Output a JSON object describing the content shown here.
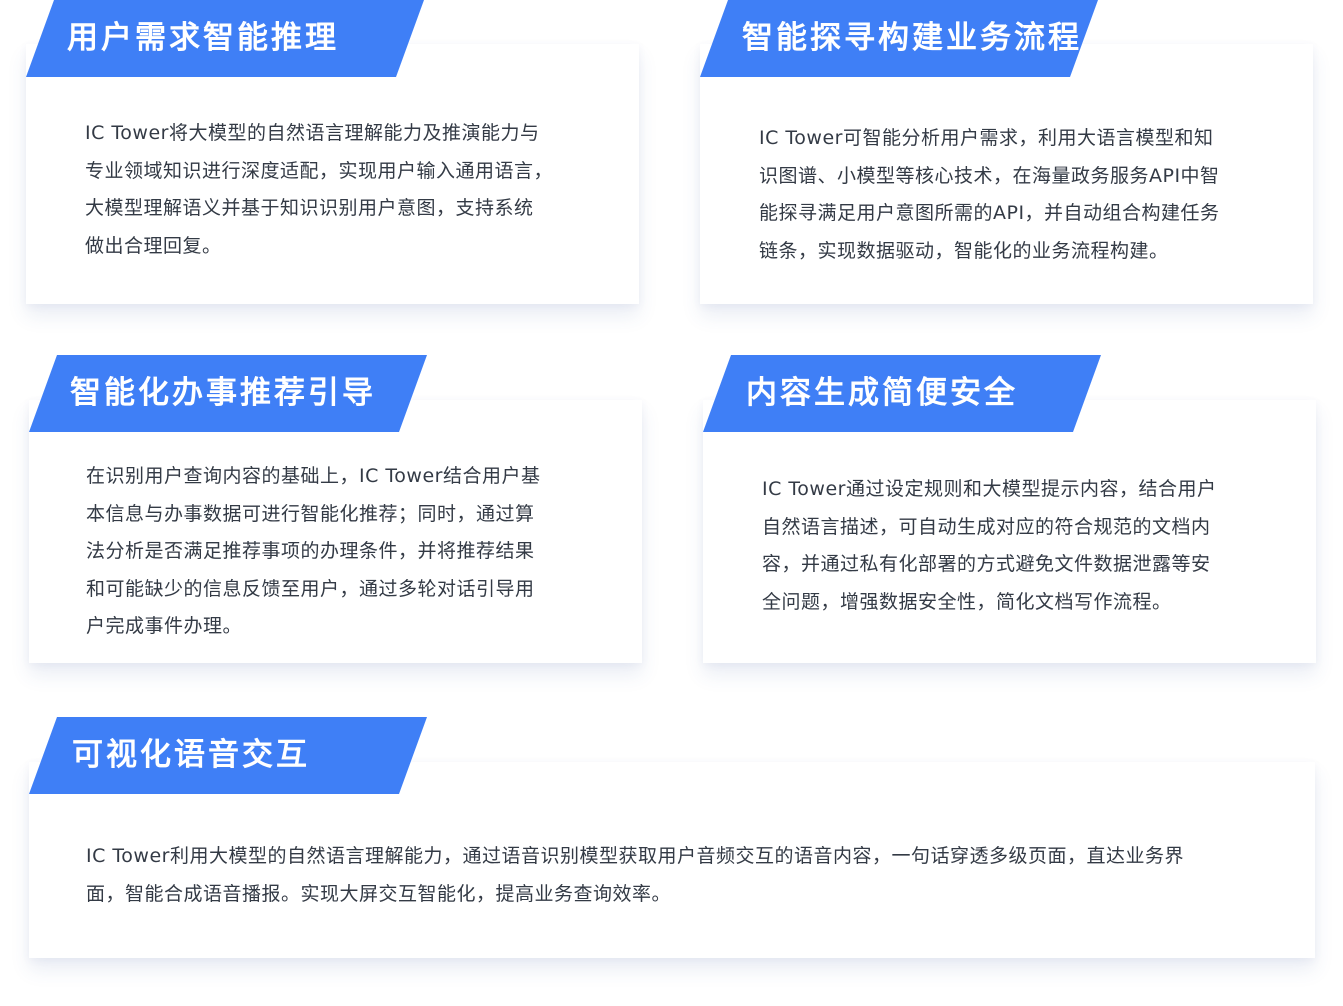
{
  "colors": {
    "accent": "#3f7ff6",
    "text": "#333a45",
    "card_bg": "#ffffff"
  },
  "features": [
    {
      "title": "用户需求智能推理",
      "lines": [
        "IC Tower将大模型的自然语言理解能力及推演能力与",
        "专业领域知识进行深度适配，实现用户输入通用语言，",
        "大模型理解语义并基于知识识别用户意图，支持系统",
        "做出合理回复。"
      ]
    },
    {
      "title": "智能探寻构建业务流程",
      "lines": [
        "IC Tower可智能分析用户需求，利用大语言模型和知",
        "识图谱、小模型等核心技术，在海量政务服务API中智",
        "能探寻满足用户意图所需的API，并自动组合构建任务",
        "链条，实现数据驱动，智能化的业务流程构建。"
      ]
    },
    {
      "title": "智能化办事推荐引导",
      "lines": [
        "在识别用户查询内容的基础上，IC Tower结合用户基",
        "本信息与办事数据可进行智能化推荐；同时，通过算",
        "法分析是否满足推荐事项的办理条件，并将推荐结果",
        "和可能缺少的信息反馈至用户，通过多轮对话引导用",
        "户完成事件办理。"
      ]
    },
    {
      "title": "内容生成简便安全",
      "lines": [
        "IC Tower通过设定规则和大模型提示内容，结合用户",
        "自然语言描述，可自动生成对应的符合规范的文档内",
        "容，并通过私有化部署的方式避免文件数据泄露等安",
        "全问题，增强数据安全性，简化文档写作流程。"
      ]
    },
    {
      "title": "可视化语音交互",
      "lines": [
        "IC Tower利用大模型的自然语言理解能力，通过语音识别模型获取用户音频交互的语音内容，一句话穿透多级页面，直达业务界",
        "面，智能合成语音播报。实现大屏交互智能化，提高业务查询效率。"
      ]
    }
  ]
}
